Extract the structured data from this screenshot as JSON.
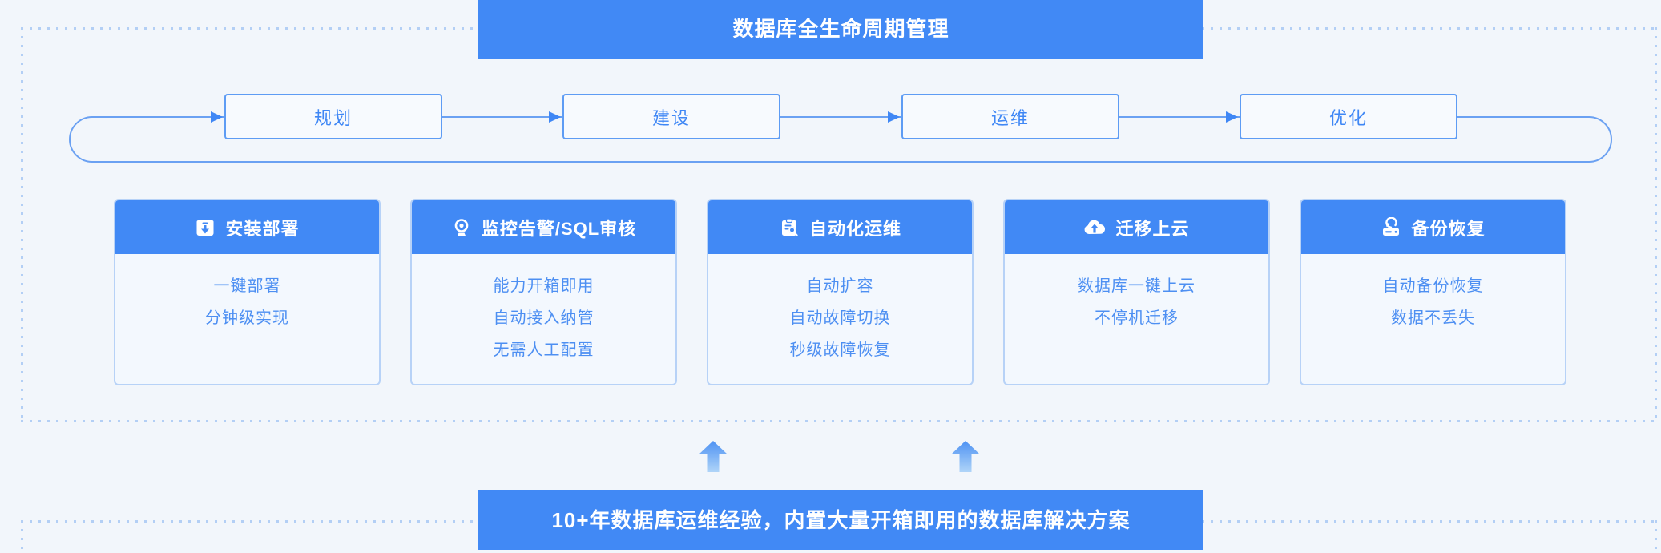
{
  "colors": {
    "primary_blue": "#4189F5",
    "page_background": "#F2F6FB",
    "loop_line_blue": "#6BA1F2",
    "flow_text_blue": "#3F87F5",
    "card_body_text_blue": "#4D8FF2",
    "card_border_blue": "#B7D2F7",
    "dotted_line_blue": "#B3CFF5",
    "up_arrow_gradient_top": "#4E92F3",
    "up_arrow_gradient_bottom": "#AFD4F8"
  },
  "header": {
    "title": "数据库全生命周期管理"
  },
  "flow": {
    "steps": [
      {
        "label": "规划"
      },
      {
        "label": "建设"
      },
      {
        "label": "运维"
      },
      {
        "label": "优化"
      }
    ]
  },
  "cards": [
    {
      "title": "安装部署",
      "icon": "install-package-icon",
      "items": [
        "一键部署",
        "分钟级实现"
      ]
    },
    {
      "title": "监控告警/SQL审核",
      "icon": "monitor-camera-icon",
      "items": [
        "能力开箱即用",
        "自动接入纳管",
        "无需人工配置"
      ]
    },
    {
      "title": "自动化运维",
      "icon": "clipboard-search-icon",
      "items": [
        "自动扩容",
        "自动故障切换",
        "秒级故障恢复"
      ]
    },
    {
      "title": "迁移上云",
      "icon": "cloud-upload-icon",
      "items": [
        "数据库一键上云",
        "不停机迁移"
      ]
    },
    {
      "title": "备份恢复",
      "icon": "backup-restore-icon",
      "items": [
        "自动备份恢复",
        "数据不丢失"
      ]
    }
  ],
  "footer": {
    "banner": "10+年数据库运维经验，内置大量开箱即用的数据库解决方案"
  }
}
